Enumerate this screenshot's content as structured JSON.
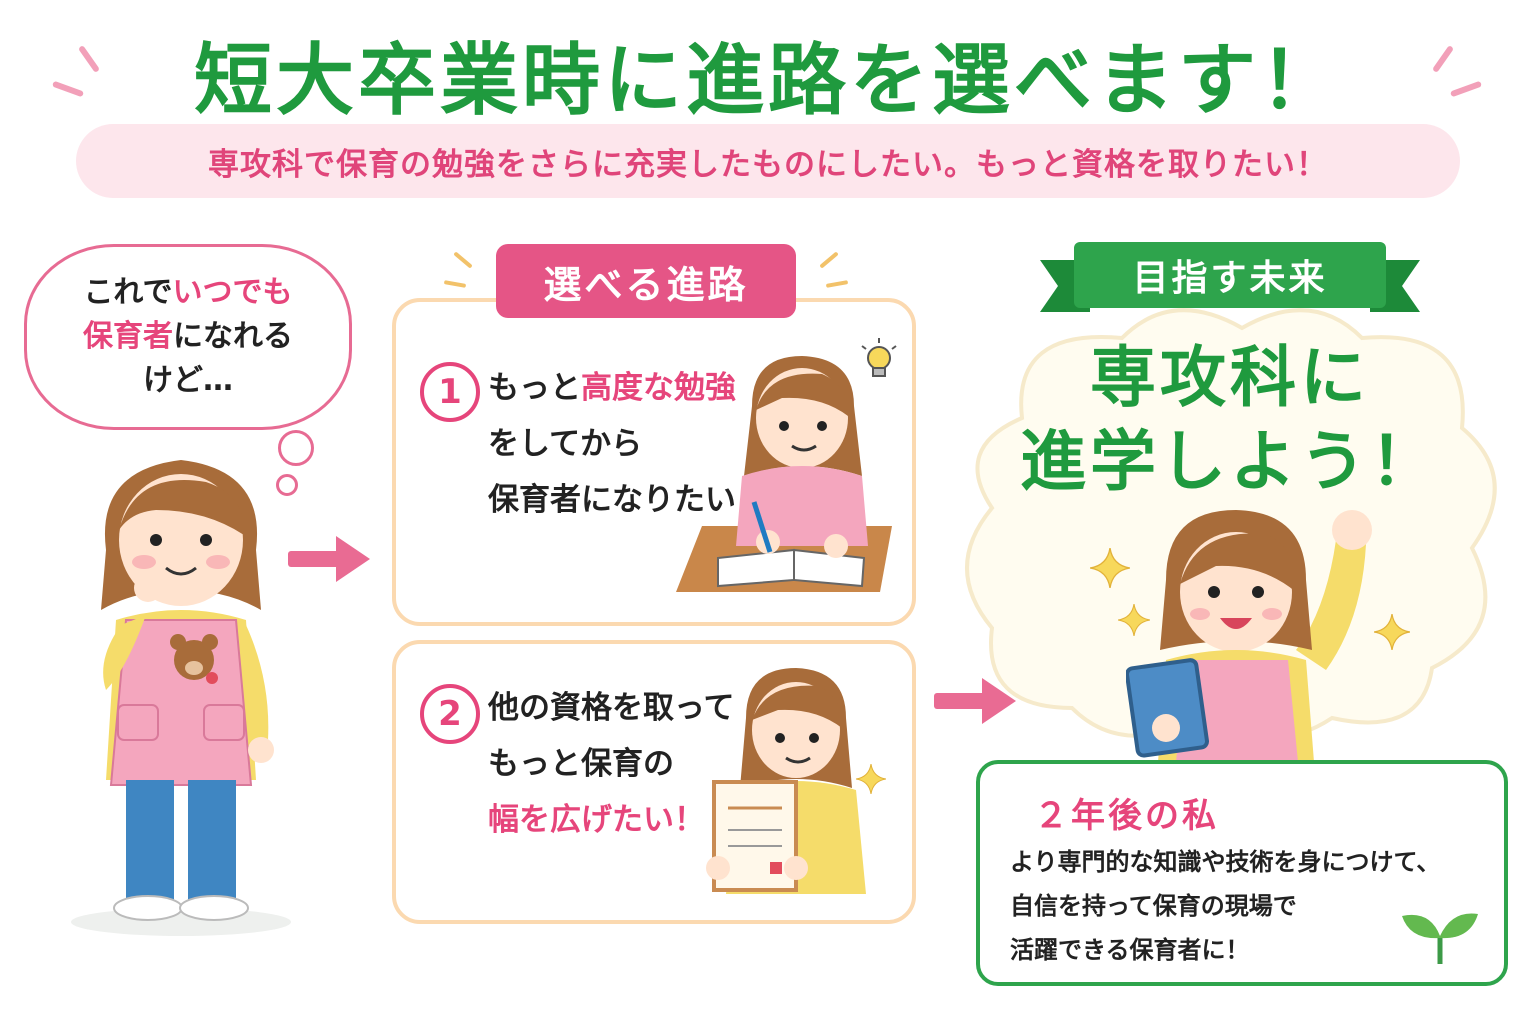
{
  "header": {
    "title": "短大卒業時に進路を選べます！",
    "subtitle": "専攻科で保育の勉強をさらに充実したものにしたい。もっと資格を取りたい！"
  },
  "speech": {
    "line1_a": "これで",
    "line1_b": "いつでも",
    "line2_a": "保育者",
    "line2_b": "になれる",
    "line3": "けど…"
  },
  "paths": {
    "heading": "選べる進路",
    "card1": {
      "number": "1",
      "line1_a": "もっと",
      "line1_b": "高度な勉強",
      "line2": "をしてから",
      "line3": "保育者になりたい！"
    },
    "card2": {
      "number": "2",
      "line1": "他の資格を取って",
      "line2": "もっと保育の",
      "line3": "幅を広げたい！"
    }
  },
  "future": {
    "label": "目指す未来",
    "headline_line1": "専攻科に",
    "headline_line2": "進学しよう！",
    "box_title": "２年後の私",
    "box_line1": "より専門的な知識や技術を身につけて、",
    "box_line2": "自信を持って保育の現場で",
    "box_line3": "活躍できる保育者に！"
  },
  "colors": {
    "title_green": "#1f9a3e",
    "accent_pink": "#e6457b",
    "subtitle_bg": "#fde6ec",
    "card_border": "#fbd9b0"
  },
  "icons": [
    "lightbulb-icon",
    "sparkle-icon",
    "sprout-icon",
    "arrow-right-icon",
    "bear-icon"
  ]
}
